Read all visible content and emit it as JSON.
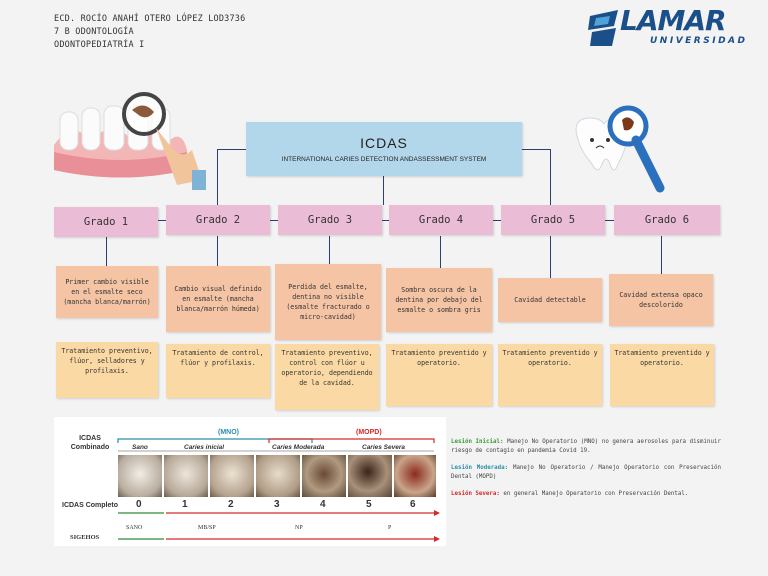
{
  "header": {
    "line1": "ECD. ROCÍO ANAHÍ OTERO LÓPEZ LOD3736",
    "line2": "7 B ODONTOLOGÍA",
    "line3": "ODONTOPEDIATRÍA I"
  },
  "logo": {
    "word": "LAMAR",
    "sub": "UNIVERSIDAD",
    "color": "#1a4f8a"
  },
  "icdas": {
    "title": "ICDAS",
    "subtitle": "INTERNATIONAL CARIES DETECTION ANDASSESSMENT SYSTEM"
  },
  "grades": [
    {
      "label": "Grado 1",
      "desc": "Primer cambio visible en el esmalte seco (mancha blanca/marrón)",
      "treat": "Tratamiento preventivo, flúor, selladores y profilaxis."
    },
    {
      "label": "Grado 2",
      "desc": "Cambio visual definido en esmalte (mancha blanca/marrón húmeda)",
      "treat": "Tratamiento de control, flúor y profilaxis."
    },
    {
      "label": "Grado 3",
      "desc": "Perdida del esmalte, dentina no visible (esmalte fracturado o micro-cavidad)",
      "treat": "Tratamiento preventivo, control con flúor u operatorio, dependiendo de la cavidad."
    },
    {
      "label": "Grado 4",
      "desc": "Sombra oscura de la dentina por debajo del esmalte o sombra gris",
      "treat": "Tratamiento preventido y operatorio."
    },
    {
      "label": "Grado 5",
      "desc": "Cavidad detectable",
      "treat": "Tratamiento preventido y operatorio."
    },
    {
      "label": "Grado 6",
      "desc": "Cavidad extensa opaco descolorido",
      "treat": "Tratamiento preventido y operatorio."
    }
  ],
  "figure": {
    "icdas_combinado": "ICDAS Combinado",
    "icdas_completo": "ICDAS Completo",
    "sighos": "SIGEHOS",
    "mno": "(MNO)",
    "mopd": "(MOPD)",
    "stages": [
      "Sano",
      "Caries inicial",
      "Caries Moderada",
      "Caries Severa"
    ],
    "numbers": [
      "0",
      "1",
      "2",
      "3",
      "4",
      "5",
      "6"
    ],
    "sighos_labels": [
      "SANO",
      "MB/SP",
      "NP",
      "P"
    ],
    "colors": {
      "mno": "#2a8fa8",
      "mopd": "#d42a2a",
      "green": "#2e8b3a"
    }
  },
  "notes": [
    {
      "label": "Lesión Inicial:",
      "color": "#3a9a3a",
      "text": " Manejo No Operatorio (MNO) no genera aerosoles para disminuir riesgo de contagio en pandemia Covid 19."
    },
    {
      "label": "Lesión Moderada:",
      "color": "#2a8fa8",
      "text": " Manejo No Operatorio / Manejo Operatorio con Preservación Dental (MOPD)"
    },
    {
      "label": "Lesión Severa:",
      "color": "#d42a2a",
      "text": " en general Manejo Operatorio con Preservación Dental."
    }
  ]
}
